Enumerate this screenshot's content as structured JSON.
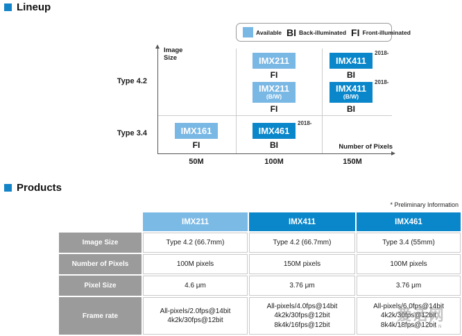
{
  "page": {
    "lineup_title": "Lineup",
    "products_title": "Products",
    "preliminary_note": "* Preliminary Information",
    "watermark_cn": "爱活网",
    "watermark_en": "EVOLIFE.CN"
  },
  "legend": {
    "available_label": "Available",
    "bi_abbr": "BI",
    "bi_label": "Back-illuminated",
    "fi_abbr": "FI",
    "fi_label": "Front-illuminated"
  },
  "colors": {
    "available_light_blue": "#79b7e4",
    "back_illuminated_dark_blue": "#0a86ca",
    "row_label_gray": "#9b9b9b",
    "heading_square_blue": "#1284c7"
  },
  "chart_data": {
    "type": "scatter",
    "title": "Lineup",
    "x_axis": {
      "label": "Number of Pixels",
      "ticks": [
        "50M",
        "100M",
        "150M"
      ]
    },
    "y_axis": {
      "label": "Image Size",
      "ticks": [
        "Type 4.2",
        "Type 3.4"
      ]
    },
    "grid": true,
    "points": [
      {
        "name": "IMX211",
        "variant": "",
        "illumination": "FI",
        "image_size": "Type 4.2",
        "pixels": "100M",
        "year": ""
      },
      {
        "name": "IMX411",
        "variant": "",
        "illumination": "BI",
        "image_size": "Type 4.2",
        "pixels": "150M",
        "year": "2018-"
      },
      {
        "name": "IMX211",
        "variant": "(B/W)",
        "illumination": "FI",
        "image_size": "Type 4.2",
        "pixels": "100M",
        "year": ""
      },
      {
        "name": "IMX411",
        "variant": "(B/W)",
        "illumination": "BI",
        "image_size": "Type 4.2",
        "pixels": "150M",
        "year": "2018-"
      },
      {
        "name": "IMX161",
        "variant": "",
        "illumination": "FI",
        "image_size": "Type 3.4",
        "pixels": "50M",
        "year": ""
      },
      {
        "name": "IMX461",
        "variant": "",
        "illumination": "BI",
        "image_size": "Type 3.4",
        "pixels": "100M",
        "year": "2018-"
      }
    ]
  },
  "table": {
    "columns": [
      "IMX211",
      "IMX411",
      "IMX461"
    ],
    "rows": [
      {
        "label": "Image Size",
        "values": [
          "Type 4.2 (66.7mm)",
          "Type 4.2 (66.7mm)",
          "Type 3.4 (55mm)"
        ]
      },
      {
        "label": "Number of Pixels",
        "values": [
          "100M pixels",
          "150M pixels",
          "100M pixels"
        ]
      },
      {
        "label": "Pixel Size",
        "values": [
          "4.6 μm",
          "3.76 μm",
          "3.76 μm"
        ]
      },
      {
        "label": "Frame rate",
        "values": [
          "All-pixels/2.0fps@14bit\n4k2k/30fps@12bit",
          "All-pixels/4.0fps@14bit\n4k2k/30fps@12bit\n8k4k/16fps@12bit",
          "All-pixels/6.0fps@14bit\n4k2k/30fps@12bit\n8k4k/18fps@12bit"
        ]
      }
    ]
  }
}
